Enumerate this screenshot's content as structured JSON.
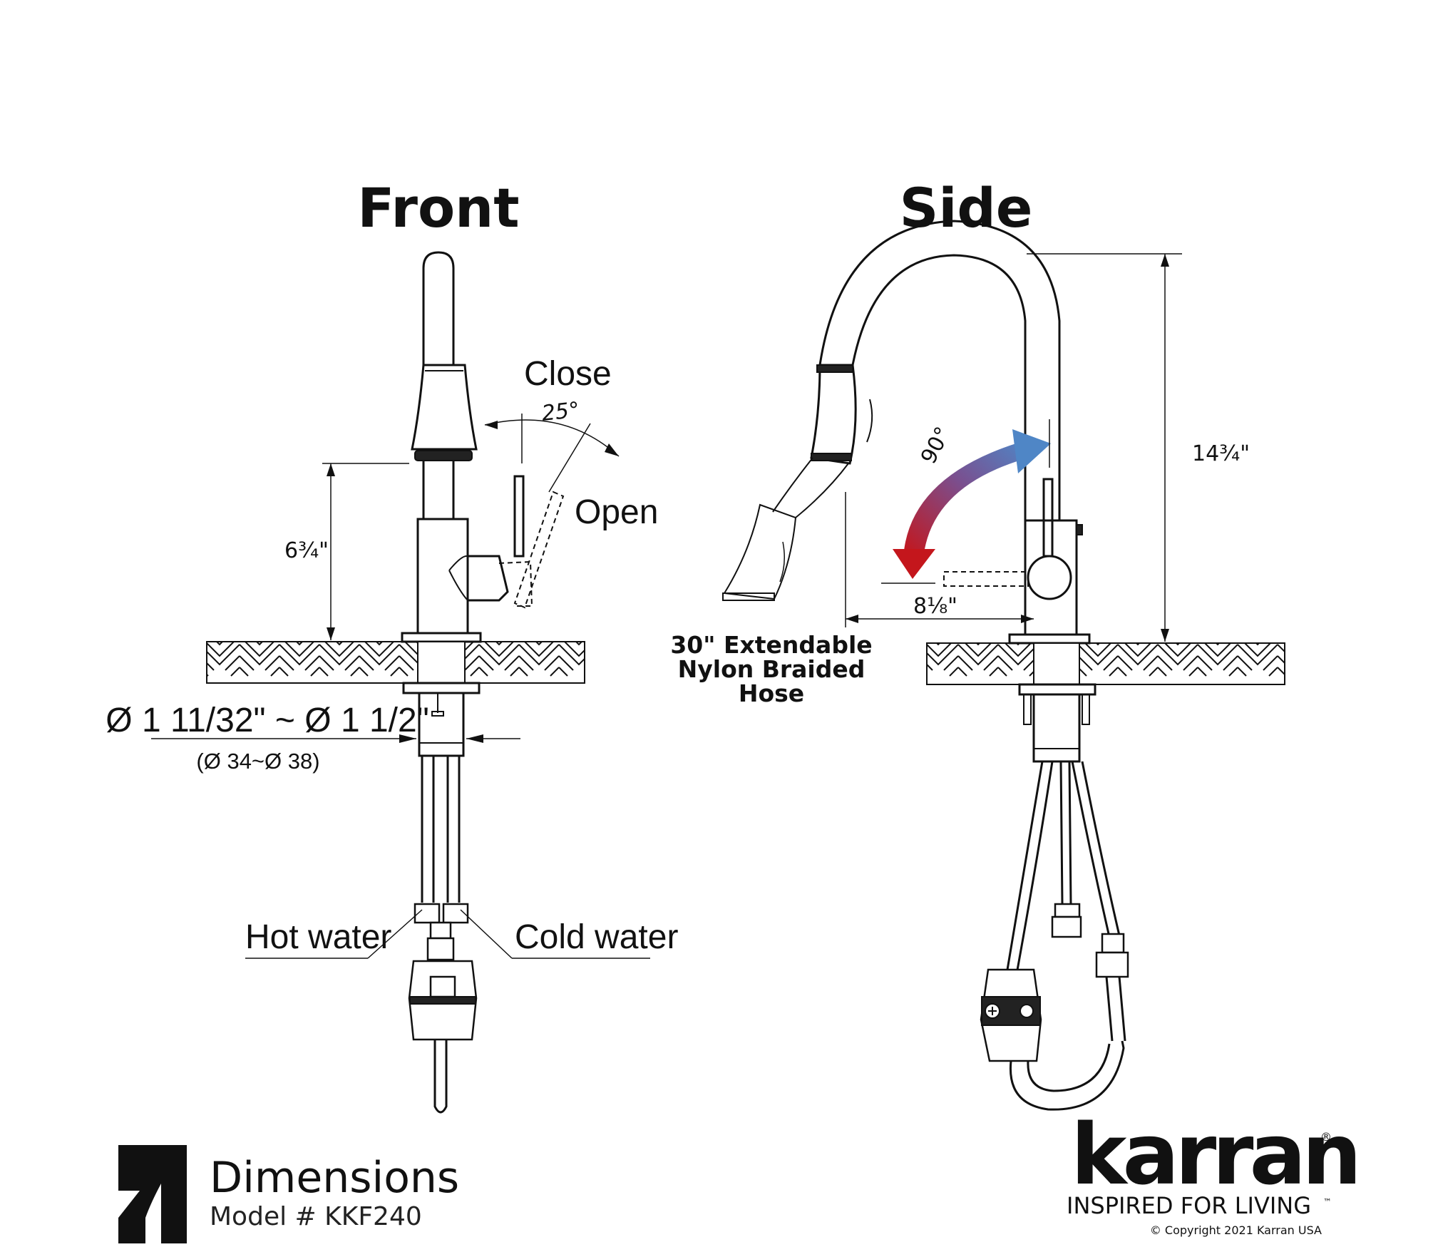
{
  "views": {
    "front": {
      "title": "Front",
      "close_label": "Close",
      "open_label": "Open",
      "angle_label": "25°",
      "height_label": "6¾\"",
      "hole_diameter_label": "Ø 1 11/32\" ~ Ø 1 1/2\"",
      "hole_diameter_mm_label": "(Ø 34~Ø 38)",
      "hot_water_label": "Hot water",
      "cold_water_label": "Cold water"
    },
    "side": {
      "title": "Side",
      "total_height_label": "14¾\"",
      "reach_label": "8⅛\"",
      "rotation_label": "90°",
      "hose_line1": "30\" Extendable",
      "hose_line2": "Nylon Braided",
      "hose_line3": "Hose"
    }
  },
  "footer": {
    "title": "Dimensions",
    "model": "Model # KKF240",
    "brand": "karran",
    "registered_mark": "®",
    "tagline": "INSPIRED FOR LIVING",
    "trademark": "™",
    "copyright": "© Copyright 2021 Karran USA"
  },
  "colors": {
    "arrow_start": "#c4161c",
    "arrow_end": "#4f86c6",
    "line": "#111111"
  },
  "icons": [
    "karran-monogram-icon",
    "karran-wordmark-logo"
  ]
}
